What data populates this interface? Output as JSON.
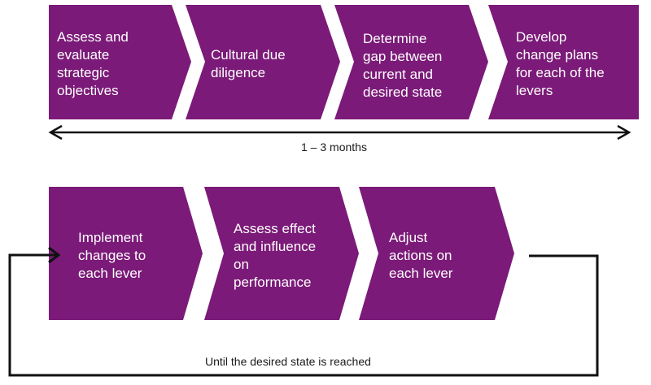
{
  "colors": {
    "chevron": "#7b1a78",
    "arrow": "#111111",
    "text": "#ffffff"
  },
  "top_row": {
    "steps": [
      {
        "label": "Assess and\nevaluate\nstrategic\nobjectives"
      },
      {
        "label": "Cultural due\ndiligence"
      },
      {
        "label": "Determine\ngap between\ncurrent and\ndesired state"
      },
      {
        "label": "Develop\nchange plans\nfor each of the\nlevers"
      }
    ],
    "duration_label": "1 – 3 months"
  },
  "bottom_row": {
    "steps": [
      {
        "label": "Implement\nchanges to\neach lever"
      },
      {
        "label": "Assess effect\nand influence\non\nperformance"
      },
      {
        "label": "Adjust\nactions on\neach lever"
      }
    ],
    "loop_label": "Until the desired state is reached"
  }
}
